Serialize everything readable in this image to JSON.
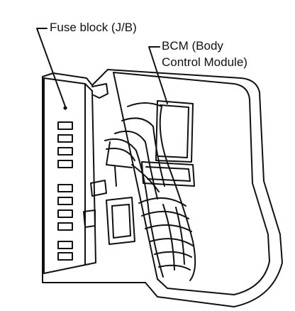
{
  "labels": {
    "fuse_block": "Fuse block (J/B)",
    "bcm_line1": "BCM (Body",
    "bcm_line2": "Control Module)"
  },
  "colors": {
    "ink": "#111111",
    "paper": "#ffffff"
  }
}
